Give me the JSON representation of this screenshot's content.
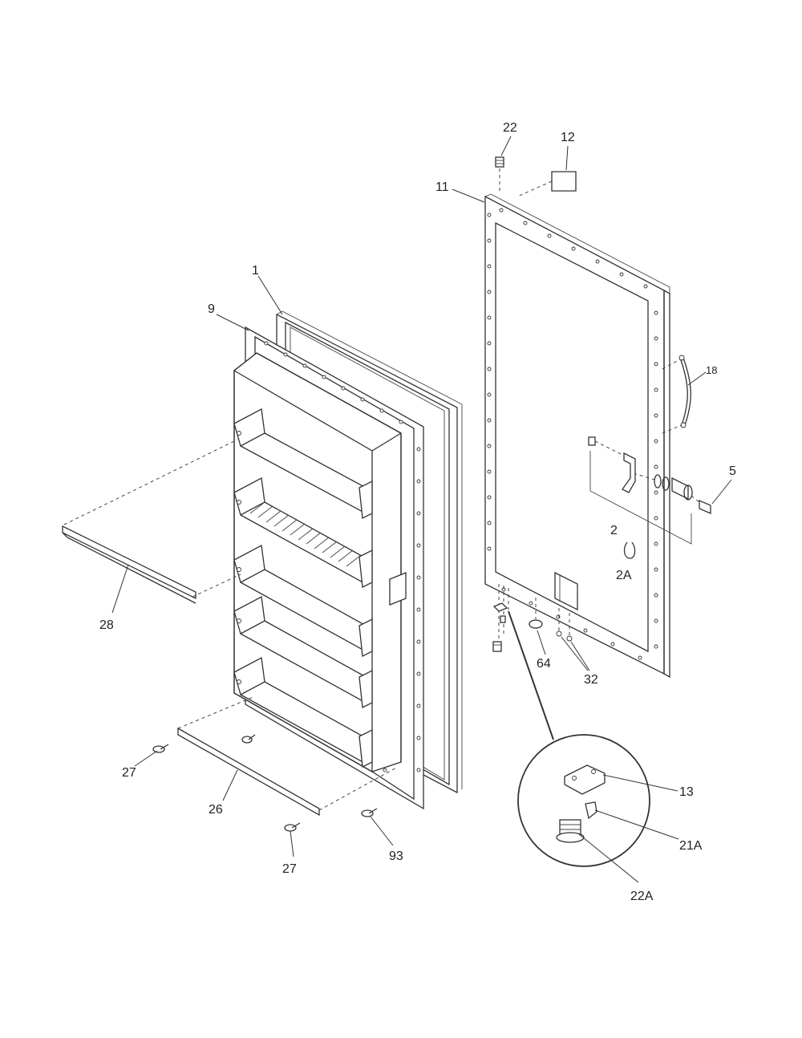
{
  "callouts": {
    "c1": "1",
    "c9": "9",
    "c11": "11",
    "c12": "12",
    "c22": "22",
    "c18": "18",
    "c5": "5",
    "c2": "2",
    "c2a": "2A",
    "c28": "28",
    "c64": "64",
    "c32": "32",
    "c27a": "27",
    "c26": "26",
    "c27b": "27",
    "c93": "93",
    "c13": "13",
    "c21a": "21A",
    "c22a": "22A"
  }
}
